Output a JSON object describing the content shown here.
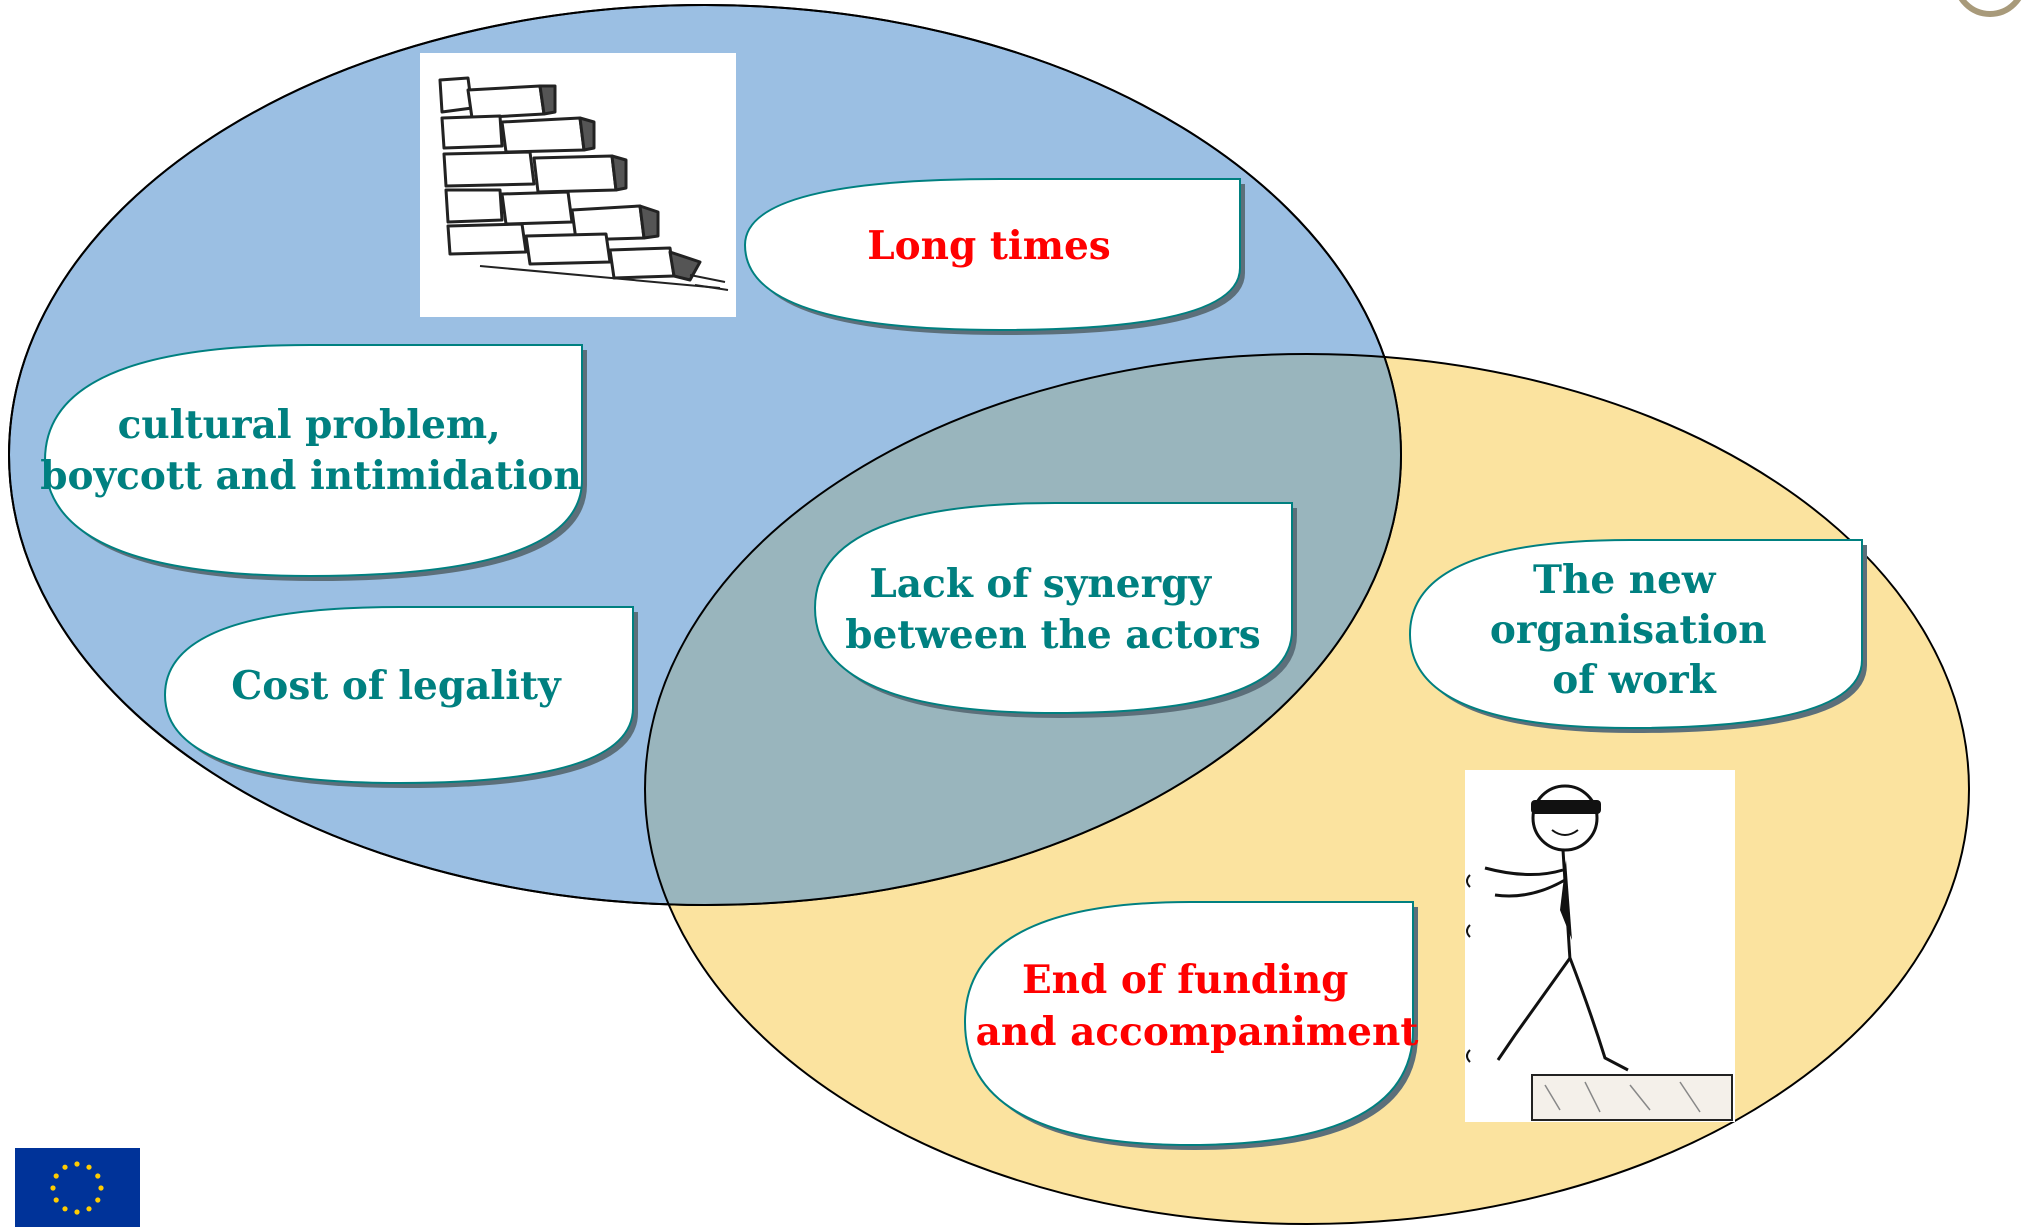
{
  "bubbles": {
    "long_times": {
      "lines": [
        "Long times"
      ],
      "color": "#ff0000"
    },
    "cultural": {
      "lines": [
        "cultural problem,",
        "boycott and intimidation"
      ],
      "color": "#008080"
    },
    "cost": {
      "lines": [
        "Cost of legality"
      ],
      "color": "#008080"
    },
    "synergy": {
      "lines": [
        "Lack of synergy",
        "between the actors"
      ],
      "color": "#008080"
    },
    "new_org": {
      "lines": [
        "The new",
        "organisation",
        "of work"
      ],
      "color": "#008080"
    },
    "funding": {
      "lines": [
        "End of funding",
        "and accompaniment"
      ],
      "color": "#ff0000"
    }
  },
  "colors": {
    "blue_ellipse": "#9bbfe3",
    "yellow_ellipse": "#fbe39f",
    "overlap": "#99b5bd",
    "bubble_border": "#008080",
    "bubble_shadow": "#5c6f7a"
  },
  "icons": {
    "wall": "brick-wall-sketch-icon",
    "walker": "blindfolded-man-walking-off-edge-icon",
    "eu_flag": "eu-flag-icon",
    "corner_logo": "logo-icon"
  }
}
